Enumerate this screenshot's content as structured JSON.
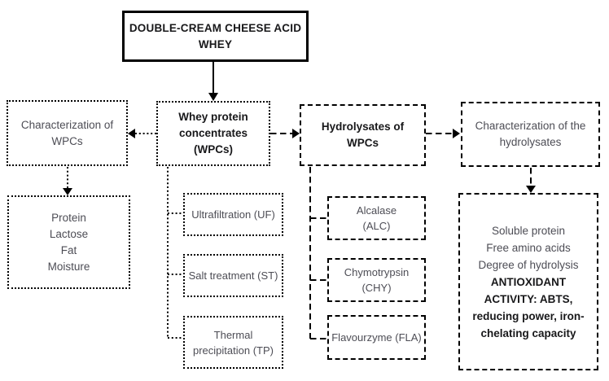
{
  "diagram": {
    "colors": {
      "line": "#000000",
      "bold_text": "#18181a",
      "regular_text": "#4d4d55",
      "background": "#ffffff"
    },
    "top_box": {
      "lines": [
        "DOUBLE-CREAM CHEESE ACID",
        "WHEY"
      ]
    },
    "row2": {
      "wpc_characterization": {
        "lines": [
          "Characterization of",
          "WPCs"
        ]
      },
      "wpc": {
        "lines": [
          "Whey protein",
          "concentrates",
          "(WPCs)"
        ]
      },
      "hydrolysates": {
        "lines": [
          "Hydrolysates of",
          "WPCs"
        ]
      },
      "hydrolysates_characterization": {
        "lines": [
          "Characterization of the",
          "hydrolysates"
        ]
      }
    },
    "wpc_composition": {
      "lines": [
        "Protein",
        "Lactose",
        "Fat",
        "Moisture"
      ]
    },
    "wpc_treatments": {
      "ultrafiltration": {
        "lines": [
          "Ultrafiltration (UF)"
        ]
      },
      "salt_treatment": {
        "lines": [
          "Salt treatment (ST)"
        ]
      },
      "thermal_precipitation": {
        "lines": [
          "Thermal",
          "precipitation (TP)"
        ]
      }
    },
    "enzymes": {
      "alcalase": {
        "lines": [
          "Alcalase",
          "(ALC)"
        ]
      },
      "chymotrypsin": {
        "lines": [
          "Chymotrypsin",
          "(CHY)"
        ]
      },
      "flavourzyme": {
        "lines": [
          "Flavourzyme (FLA)"
        ]
      }
    },
    "hydrolysate_analysis": {
      "regular_lines": [
        "Soluble protein",
        "Free amino acids",
        "Degree of hydrolysis"
      ],
      "bold_lines": [
        "ANTIOXIDANT",
        "ACTIVITY: ABTS,",
        "reducing power, iron-",
        "chelating capacity"
      ]
    }
  }
}
